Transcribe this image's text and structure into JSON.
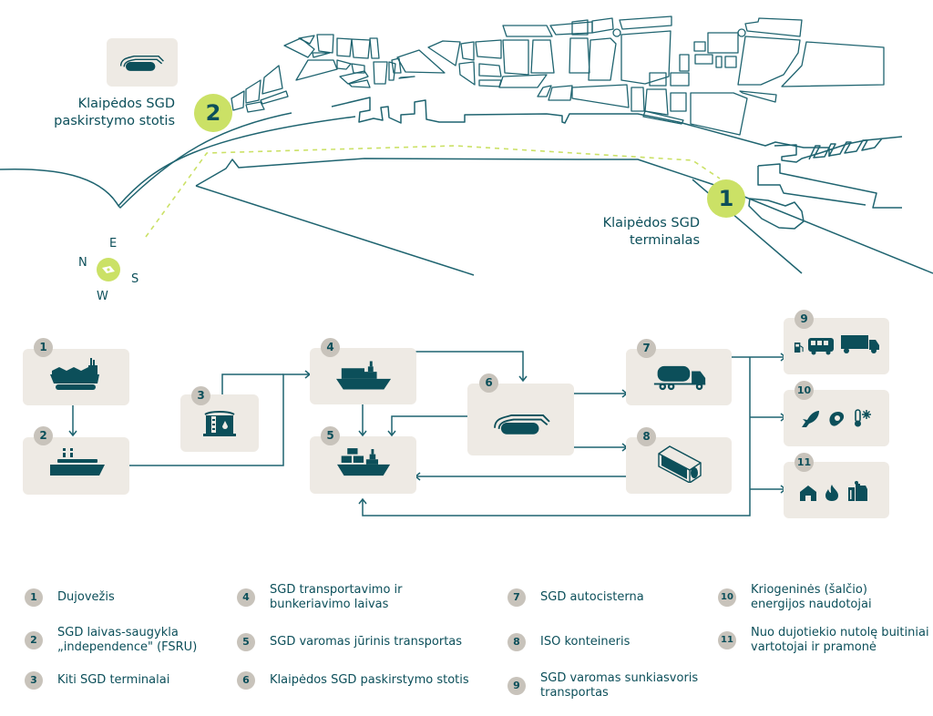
{
  "colors": {
    "primary": "#0c4f5a",
    "accent": "#cbe166",
    "box_bg": "#eeeae4",
    "badge_bg": "#c8c3bb",
    "line": "#1f6470"
  },
  "map": {
    "compass": {
      "n": "N",
      "e": "E",
      "s": "S",
      "w": "W",
      "icon": "compass-icon"
    },
    "markers": [
      {
        "number": "1",
        "label_line1": "Klaipėdos SGD",
        "label_line2": "terminalas"
      },
      {
        "number": "2",
        "label_line1": "Klaipėdos SGD",
        "label_line2": "paskirstymo stotis",
        "icon": "lng-tanks-icon"
      }
    ]
  },
  "flow": {
    "nodes": [
      {
        "number": "1",
        "icon": "lng-carrier-ship-icon"
      },
      {
        "number": "2",
        "icon": "fsru-ship-icon"
      },
      {
        "number": "3",
        "icon": "storage-tank-icon"
      },
      {
        "number": "4",
        "icon": "bunkering-ship-icon"
      },
      {
        "number": "5",
        "icon": "cargo-ship-icon"
      },
      {
        "number": "6",
        "icon": "lng-tanks-icon"
      },
      {
        "number": "7",
        "icon": "tanker-truck-icon"
      },
      {
        "number": "8",
        "icon": "iso-container-icon"
      },
      {
        "number": "9",
        "icons": [
          "fuel-pump-icon",
          "bus-icon",
          "truck-icon"
        ]
      },
      {
        "number": "10",
        "icons": [
          "fish-icon",
          "meat-icon",
          "thermometer-snowflake-icon"
        ]
      },
      {
        "number": "11",
        "icons": [
          "house-icon",
          "flame-icon",
          "factory-icon"
        ]
      }
    ]
  },
  "legend": [
    {
      "number": "1",
      "text": "Dujovežis"
    },
    {
      "number": "2",
      "text": "SGD laivas-saugykla\n„independence\" (FSRU)"
    },
    {
      "number": "3",
      "text": "Kiti SGD terminalai"
    },
    {
      "number": "4",
      "text": "SGD transportavimo ir\nbunkeriavimo laivas"
    },
    {
      "number": "5",
      "text": "SGD varomas jūrinis transportas"
    },
    {
      "number": "6",
      "text": "Klaipėdos SGD paskirstymo stotis"
    },
    {
      "number": "7",
      "text": "SGD autocisterna"
    },
    {
      "number": "8",
      "text": "ISO konteineris"
    },
    {
      "number": "9",
      "text": "SGD varomas sunkiasvoris\ntransportas"
    },
    {
      "number": "10",
      "text": "Kriogeninės (šalčio)\nenergijos naudotojai"
    },
    {
      "number": "11",
      "text": "Nuo dujotiekio nutolę buitiniai\nvartotojai ir pramonė"
    }
  ]
}
